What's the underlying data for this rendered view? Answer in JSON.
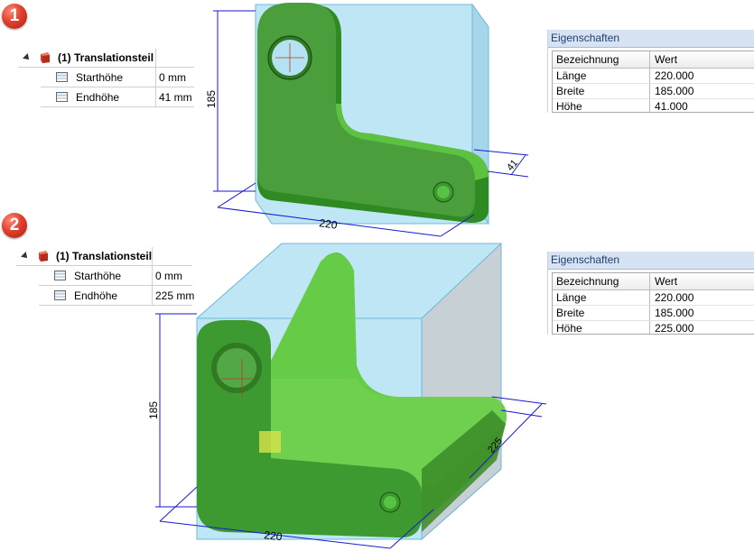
{
  "panel1": {
    "badge": "1",
    "tree": {
      "header": "(1) Translationsteil",
      "rows": [
        {
          "label": "Starthöhe",
          "value": "0 mm",
          "icon": "parameter-icon"
        },
        {
          "label": "Endhöhe",
          "value": "41 mm",
          "icon": "parameter-icon"
        }
      ]
    },
    "properties": {
      "title": "Eigenschaften",
      "col_name": "Bezeichnung",
      "col_value": "Wert",
      "rows": [
        {
          "name": "Länge",
          "value": "220.000"
        },
        {
          "name": "Breite",
          "value": "185.000"
        },
        {
          "name": "Höhe",
          "value": "41.000"
        }
      ]
    },
    "dims": {
      "height": "185",
      "width": "220",
      "depth": "41"
    }
  },
  "panel2": {
    "badge": "2",
    "tree": {
      "header": "(1) Translationsteil",
      "rows": [
        {
          "label": "Starthöhe",
          "value": "0 mm",
          "icon": "parameter-icon"
        },
        {
          "label": "Endhöhe",
          "value": "225 mm",
          "icon": "parameter-icon"
        }
      ]
    },
    "properties": {
      "title": "Eigenschaften",
      "col_name": "Bezeichnung",
      "col_value": "Wert",
      "rows": [
        {
          "name": "Länge",
          "value": "220.000"
        },
        {
          "name": "Breite",
          "value": "185.000"
        },
        {
          "name": "Höhe",
          "value": "225.000"
        }
      ]
    },
    "dims": {
      "height": "185",
      "width": "220",
      "depth": "225"
    }
  },
  "colors": {
    "bbox_fill": "#a8dcef",
    "part_green": "#4fbf3a",
    "part_green_dark": "#2f8a22",
    "dimension_blue": "#1a1ad0",
    "props_title_bg": "#d7e3f3"
  }
}
